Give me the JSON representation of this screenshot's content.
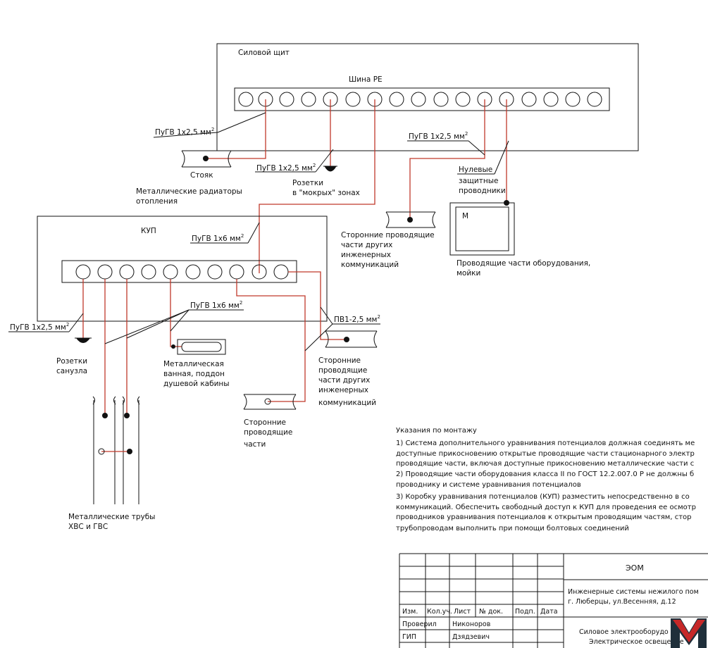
{
  "panel": {
    "title": "Силовой щит",
    "bus_label": "Шина РЕ"
  },
  "kup": {
    "title": "КУП"
  },
  "wires": {
    "pugv_1x2_5": "ПуГВ 1х2,5 мм",
    "pugv_1x6": "ПуГВ 1х6 мм",
    "pv1_2_5": "ПВ1-2,5 мм",
    "sup2": "2"
  },
  "labels": {
    "riser": "Стояк",
    "radiators_1": "Металлические радиаторы",
    "radiators_2": "отопления",
    "sockets_wet_1": "Розетки",
    "sockets_wet_2": "в \"мокрых\" зонах",
    "third_party_1": "Сторонние проводящие",
    "third_party_2": "части других",
    "third_party_3": "инженерных",
    "third_party_4": "коммуникаций",
    "neutral_1": "Нулевые",
    "neutral_2": "защитные",
    "neutral_3": "проводники",
    "motor": "М",
    "equipment_1": "Проводящие части оборудования,",
    "equipment_2": "мойки",
    "bath_sockets_1": "Розетки",
    "bath_sockets_2": "санузла",
    "bathtub_1": "Металлическая",
    "bathtub_2": "ванная, поддон",
    "bathtub_3": "душевой кабины",
    "tp2_1": "Сторонние",
    "tp2_2": "проводящие",
    "tp2_3": "части других",
    "tp2_4": "инженерных",
    "tp2_5": "коммуникаций",
    "tp3_1": "Сторонние",
    "tp3_2": "проводящие",
    "tp3_3": "части",
    "pipes_1": "Металлические трубы",
    "pipes_2": "ХВС и ГВС"
  },
  "notes": {
    "heading": "Указания по монтажу",
    "lines": [
      "1) Система дополнительного уравнивания потенциалов должная соединять ме",
      "доступные прикосновению открытые проводящие части стационарного электр",
      "проводящие части, включая доступные прикосновению металлические части с",
      "2) Проводящие части оборудования класса II по ГОСТ 12.2.007.0 Р не должны б",
      "проводнику и системе уравнивания потенциалов",
      "3) Коробку уравнивания потенциалов (КУП) разместить непосредственно в со",
      "коммуникаций. Обеспечить свободный доступ к КУП для проведения ее осмотр",
      "проводников уравнивания потенциалов к открытым проводящим частям, стор",
      "трубопроводам выполнить при помощи болтовых соединений"
    ]
  },
  "title_block": {
    "code": "ЭОМ",
    "project_1": "Инженерные системы нежилого пом",
    "project_2": "г. Люберцы, ул.Весенняя, д.12",
    "headers": [
      "Изм.",
      "Кол.уч.",
      "Лист",
      "№ док.",
      "Подп.",
      "Дата"
    ],
    "rows": [
      {
        "role": "Проверил",
        "name": "Никоноров"
      },
      {
        "role": "ГИП",
        "name": "Дзядзевич"
      }
    ],
    "sheet_1": "Силовое электрооборудо",
    "sheet_2": "Электрическое освещение"
  },
  "colors": {
    "line": "#111111",
    "wire": "#c0392b",
    "logo_red": "#c62828",
    "logo_dark": "#1f2f3a"
  }
}
